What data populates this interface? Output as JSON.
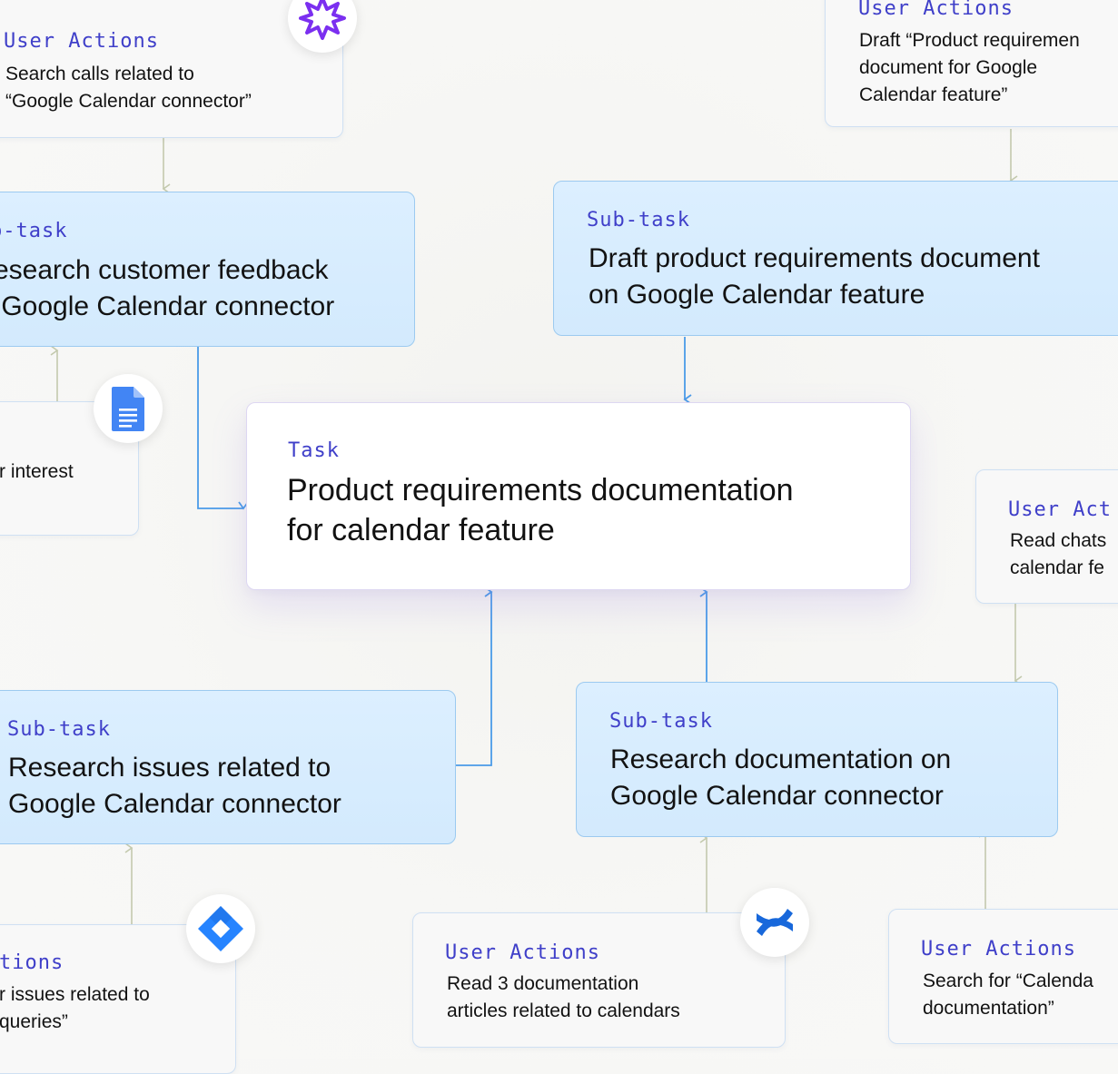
{
  "nodes": {
    "ua_search_calls": {
      "label": "User Actions",
      "text": "Search calls related to\n“Google Calendar connector”"
    },
    "ua_draft_prd": {
      "label": "User Actions",
      "text": "Draft “Product requiremen\ndocument for Google\nCalendar feature”"
    },
    "ua_interest": {
      "text": "r interest"
    },
    "ua_read_chats": {
      "label": "User Act",
      "text": "Read chats\ncalendar fe"
    },
    "ua_issues": {
      "label": "tions",
      "text": "r issues related to\nqueries”"
    },
    "ua_read_docs": {
      "label": "User Actions",
      "text": "Read 3 documentation\narticles related to calendars"
    },
    "ua_search_calendar": {
      "label": "User Actions",
      "text": "Search for “Calenda\ndocumentation”"
    },
    "sub_feedback": {
      "label": "b-task",
      "text": "esearch customer feedback\n Google Calendar connector"
    },
    "sub_draft": {
      "label": "Sub-task",
      "text": "Draft product requirements document\non Google Calendar feature"
    },
    "sub_issues": {
      "label": "Sub-task",
      "text": "Research issues related to\nGoogle Calendar connector"
    },
    "sub_docs": {
      "label": "Sub-task",
      "text": "Research documentation on\nGoogle Calendar connector"
    },
    "task_main": {
      "label": "Task",
      "text": "Product requirements documentation\nfor calendar feature"
    }
  },
  "icons": {
    "gong": "gong-starburst-icon",
    "gdocs": "google-docs-icon",
    "jira": "jira-icon",
    "confluence": "confluence-icon"
  },
  "colors": {
    "label": "#3f3fc9",
    "arrow_blue": "#4a9be8",
    "arrow_olive": "#c3c9ad",
    "gong": "#7b2ff0",
    "gdocs": "#4285f4",
    "jira": "#2684ff",
    "confluence": "#1868db"
  }
}
